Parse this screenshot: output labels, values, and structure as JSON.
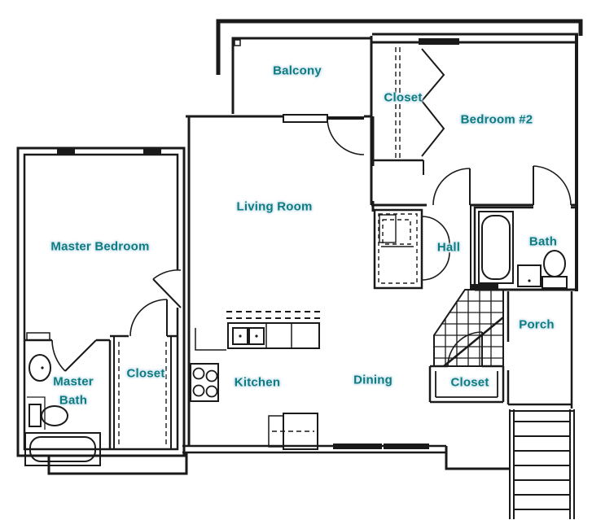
{
  "plan": {
    "type": "apartment-floor-plan",
    "colors": {
      "wall": "#1a1a1a",
      "label_text": "#0d7c80",
      "label_glow": "#c3dbe8",
      "background": "#ffffff"
    },
    "rooms": [
      {
        "id": "balcony",
        "label": "Balcony"
      },
      {
        "id": "closet-bedroom2",
        "label": "Closet"
      },
      {
        "id": "bedroom2",
        "label": "Bedroom #2"
      },
      {
        "id": "living-room",
        "label": "Living  Room"
      },
      {
        "id": "master-bedroom",
        "label": "Master Bedroom"
      },
      {
        "id": "hall",
        "label": "Hall"
      },
      {
        "id": "bath",
        "label": "Bath"
      },
      {
        "id": "porch",
        "label": "Porch"
      },
      {
        "id": "master-bath",
        "label": "Master Bath"
      },
      {
        "id": "closet-master",
        "label": "Closet"
      },
      {
        "id": "kitchen",
        "label": "Kitchen"
      },
      {
        "id": "dining",
        "label": "Dining"
      },
      {
        "id": "closet-entry",
        "label": "Closet"
      }
    ],
    "fixtures": [
      "bathtub",
      "toilet",
      "vanity-sink",
      "range-burners",
      "double-kitchen-sink",
      "refrigerator",
      "upper-cabinets",
      "washer-dryer-utility",
      "closet-rod",
      "bifold-doors",
      "door-swing",
      "window",
      "interior-staircase",
      "exterior-staircase"
    ]
  }
}
